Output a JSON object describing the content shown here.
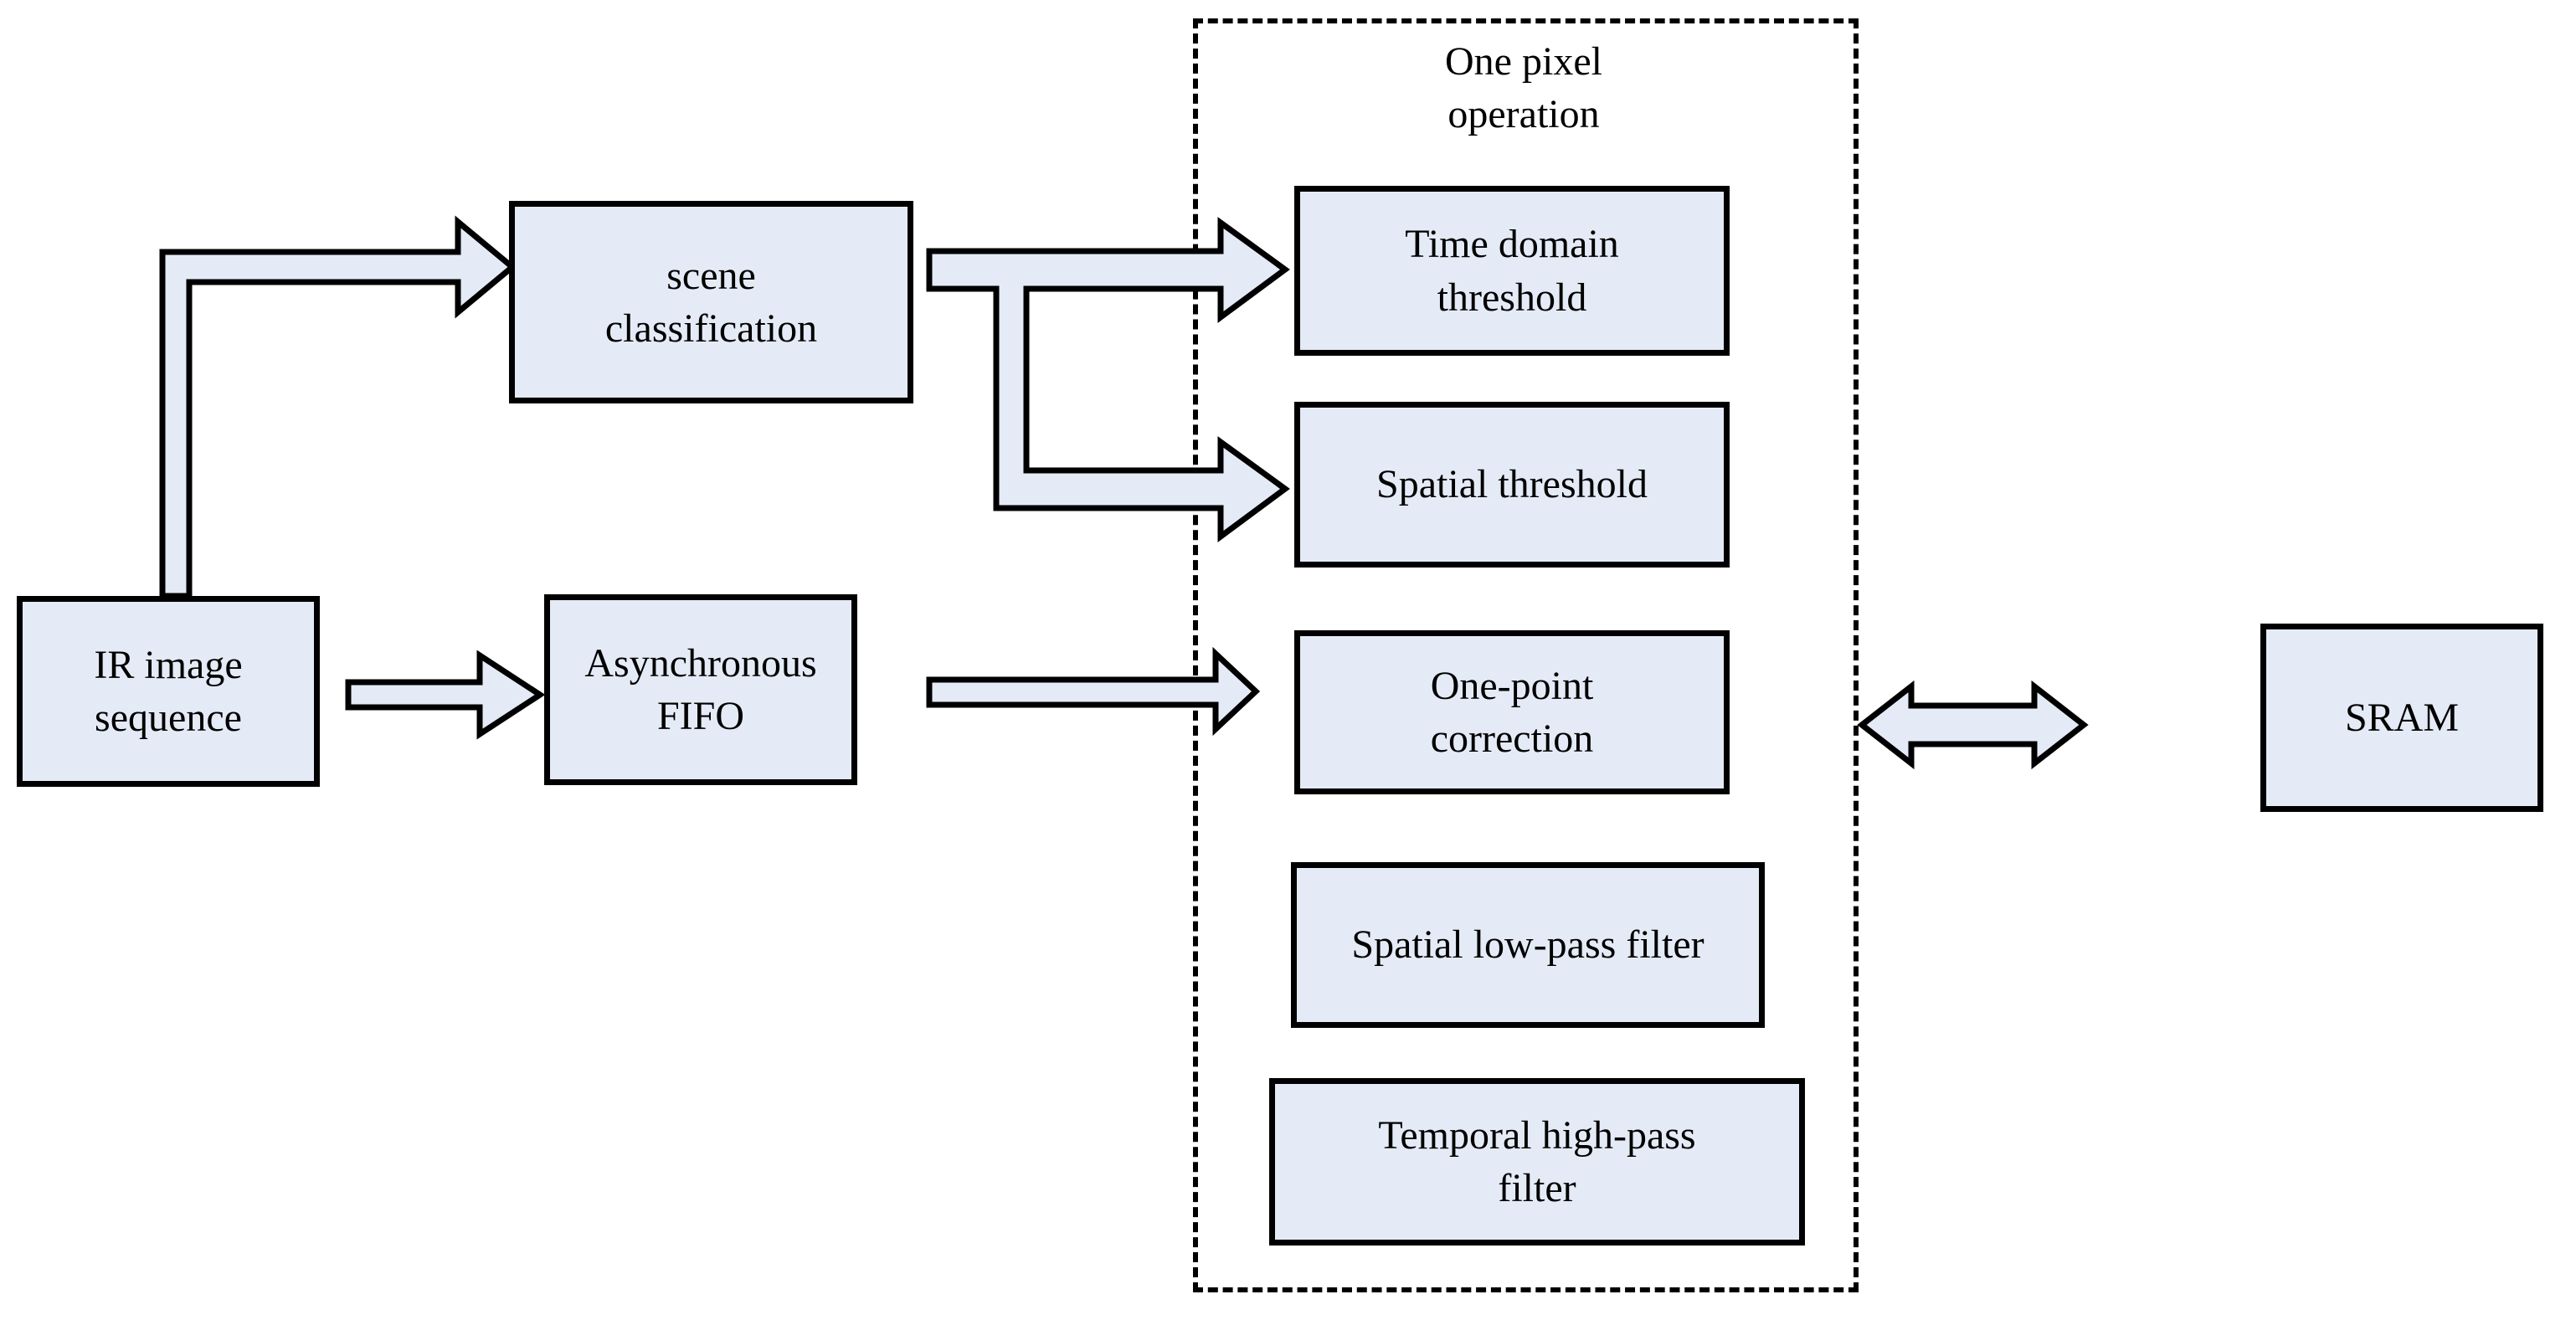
{
  "diagram": {
    "title": "IR image processing pipeline block diagram",
    "fill_color": "#e4ebf6",
    "stroke_color": "#000000",
    "background_color": "#ffffff"
  },
  "boxes": {
    "ir_image_sequence": "IR image\nsequence",
    "scene_classification": "scene\nclassification",
    "asynchronous_fifo": "Asynchronous\nFIFO",
    "time_domain_threshold": "Time domain\nthreshold",
    "spatial_threshold": "Spatial threshold",
    "one_point_correction": "One-point\ncorrection",
    "spatial_low_pass_filter": "Spatial low-pass filter",
    "temporal_high_pass_filter": "Temporal high-pass\nfilter",
    "sram": "SRAM"
  },
  "region": {
    "label": "One pixel\noperation"
  },
  "connections": [
    {
      "name": "ir-image-to-scene-classification",
      "type": "elbow-arrow",
      "from": "IR image sequence",
      "to": "scene classification",
      "direction": "up-then-right"
    },
    {
      "name": "ir-image-to-fifo",
      "type": "straight-arrow",
      "from": "IR image sequence",
      "to": "Asynchronous FIFO",
      "direction": "right"
    },
    {
      "name": "scene-classification-to-thresholds",
      "type": "branching-arrow",
      "from": "scene classification",
      "to": "Time domain threshold / Spatial threshold",
      "direction": "right-branch-down"
    },
    {
      "name": "fifo-to-one-point-correction",
      "type": "straight-arrow",
      "from": "Asynchronous FIFO",
      "to": "One-point correction",
      "direction": "right"
    },
    {
      "name": "one-pixel-operation-to-sram",
      "type": "double-arrow",
      "from": "One pixel operation",
      "to": "SRAM",
      "direction": "bidirectional"
    }
  ]
}
